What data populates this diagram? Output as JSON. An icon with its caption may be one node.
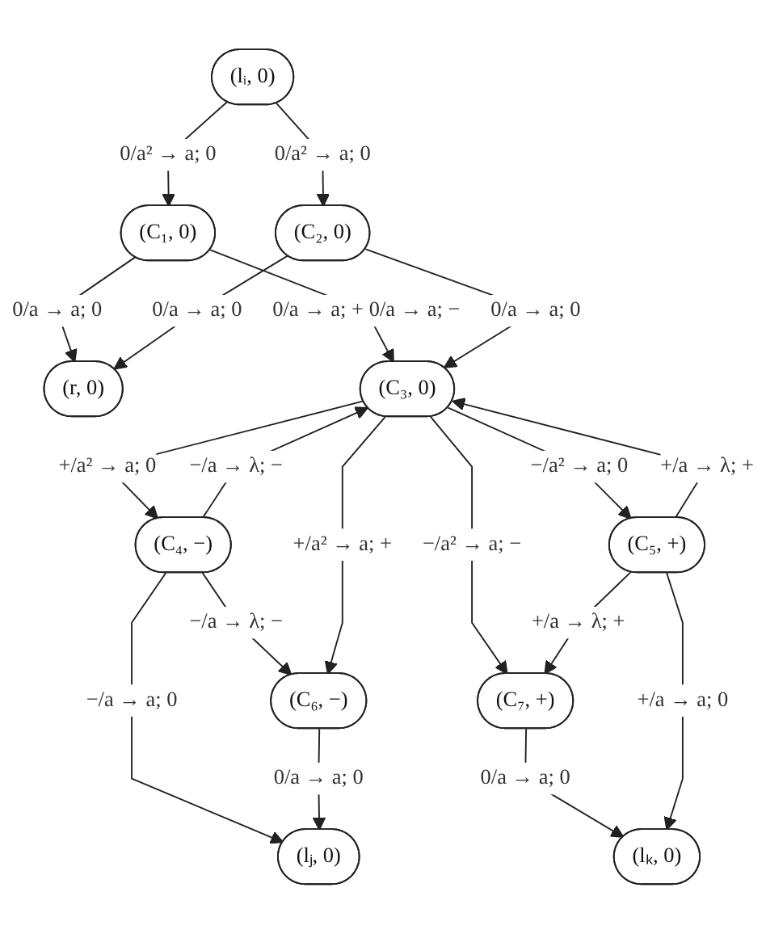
{
  "diagram": {
    "nodes": [
      {
        "text": [
          "(lᵢ, 0)"
        ]
      },
      {
        "text": [
          "(C₁, 0)"
        ]
      },
      {
        "text": [
          "(r, 0)"
        ]
      },
      {
        "text": [
          "(C₂, 0)"
        ]
      },
      {
        "text": [
          "(C₄, −)"
        ]
      },
      {
        "text": [
          "(C₃, 0)"
        ]
      },
      {
        "text": [
          "(C₅, +)"
        ]
      },
      {
        "text": [
          "(C₆, −)"
        ]
      },
      {
        "text": [
          "(C₇, +)"
        ]
      },
      {
        "text": [
          "(lⱼ, 0)"
        ]
      },
      {
        "text": [
          "(lₖ, 0)"
        ]
      }
    ],
    "edges": [
      {
        "from": 0,
        "to": 1,
        "arrow": "to",
        "label": "0/a² → a; 0"
      },
      {
        "from": 0,
        "to": 3,
        "arrow": "to",
        "label": "0/a² → a; 0"
      },
      {
        "from": 1,
        "to": 2,
        "arrow": "to",
        "label": "0/a → a; 0"
      },
      {
        "from": 3,
        "to": 2,
        "arrow": "to",
        "label": "0/a → a; 0"
      },
      {
        "from": 1,
        "to": 5,
        "arrow": "to",
        "label": "0/a → a; + 0/a → a; −"
      },
      {
        "from": 3,
        "to": 5,
        "arrow": "to",
        "label": "0/a → a; 0"
      },
      {
        "from": 5,
        "to": 4,
        "arrow": "to",
        "label": "+/a² → a; 0"
      },
      {
        "from": 4,
        "to": 5,
        "arrow": "to",
        "label": "−/a → λ; −"
      },
      {
        "from": 5,
        "to": 6,
        "arrow": "to",
        "label": "−/a² → a; 0"
      },
      {
        "from": 6,
        "to": 5,
        "arrow": "to",
        "label": "+/a → λ; +"
      },
      {
        "from": 4,
        "to": 7,
        "arrow": "to",
        "label": "−/a → λ; −"
      },
      {
        "from": 5,
        "to": 7,
        "arrow": "to",
        "label": "+/a² → a; +"
      },
      {
        "from": 5,
        "to": 8,
        "arrow": "to",
        "label": "−/a² → a; −"
      },
      {
        "from": 6,
        "to": 8,
        "arrow": "to",
        "label": "+/a → λ; +"
      },
      {
        "from": 4,
        "to": 9,
        "arrow": "to",
        "label": "−/a → a; 0"
      },
      {
        "from": 7,
        "to": 9,
        "arrow": "to",
        "label": "0/a → a; 0"
      },
      {
        "from": 8,
        "to": 10,
        "arrow": "to",
        "label": "0/a → a; 0"
      },
      {
        "from": 6,
        "to": 10,
        "arrow": "to",
        "label": "+/a → a; 0"
      }
    ]
  }
}
